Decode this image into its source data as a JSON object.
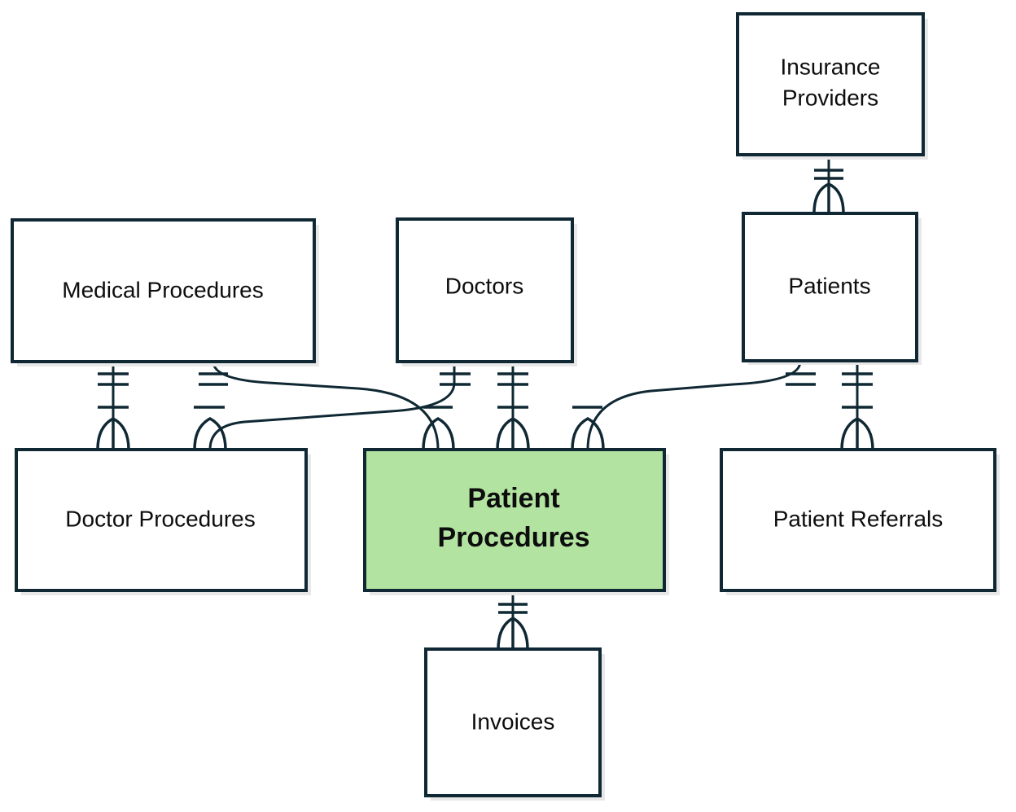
{
  "entities": {
    "insurance_providers": {
      "line1": "Insurance",
      "line2": "Providers"
    },
    "medical_procedures": {
      "label": "Medical Procedures"
    },
    "doctors": {
      "label": "Doctors"
    },
    "patients": {
      "label": "Patients"
    },
    "doctor_procedures": {
      "label": "Doctor Procedures"
    },
    "patient_procedures": {
      "line1": "Patient",
      "line2": "Procedures"
    },
    "patient_referrals": {
      "label": "Patient Referrals"
    },
    "invoices": {
      "label": "Invoices"
    }
  },
  "relationships": [
    {
      "from": "Insurance Providers",
      "to": "Patients",
      "from_cardinality": "one-and-only-one",
      "to_cardinality": "one-or-many"
    },
    {
      "from": "Medical Procedures",
      "to": "Doctor Procedures",
      "from_cardinality": "one-and-only-one",
      "to_cardinality": "one-or-many"
    },
    {
      "from": "Medical Procedures",
      "to": "Patient Procedures",
      "from_cardinality": "one-and-only-one",
      "to_cardinality": "one-or-many"
    },
    {
      "from": "Doctors",
      "to": "Doctor Procedures",
      "from_cardinality": "one-and-only-one",
      "to_cardinality": "one-or-many"
    },
    {
      "from": "Doctors",
      "to": "Patient Procedures",
      "from_cardinality": "one-and-only-one",
      "to_cardinality": "one-or-many"
    },
    {
      "from": "Patients",
      "to": "Patient Procedures",
      "from_cardinality": "one-and-only-one",
      "to_cardinality": "one-or-many"
    },
    {
      "from": "Patients",
      "to": "Patient Referrals",
      "from_cardinality": "one-and-only-one",
      "to_cardinality": "one-or-many"
    },
    {
      "from": "Patient Procedures",
      "to": "Invoices",
      "from_cardinality": "one-and-only-one",
      "to_cardinality": "one-or-many"
    }
  ],
  "colors": {
    "border": "#0f2833",
    "highlight_fill": "#b3e3a1",
    "box_fill": "#ffffff"
  }
}
